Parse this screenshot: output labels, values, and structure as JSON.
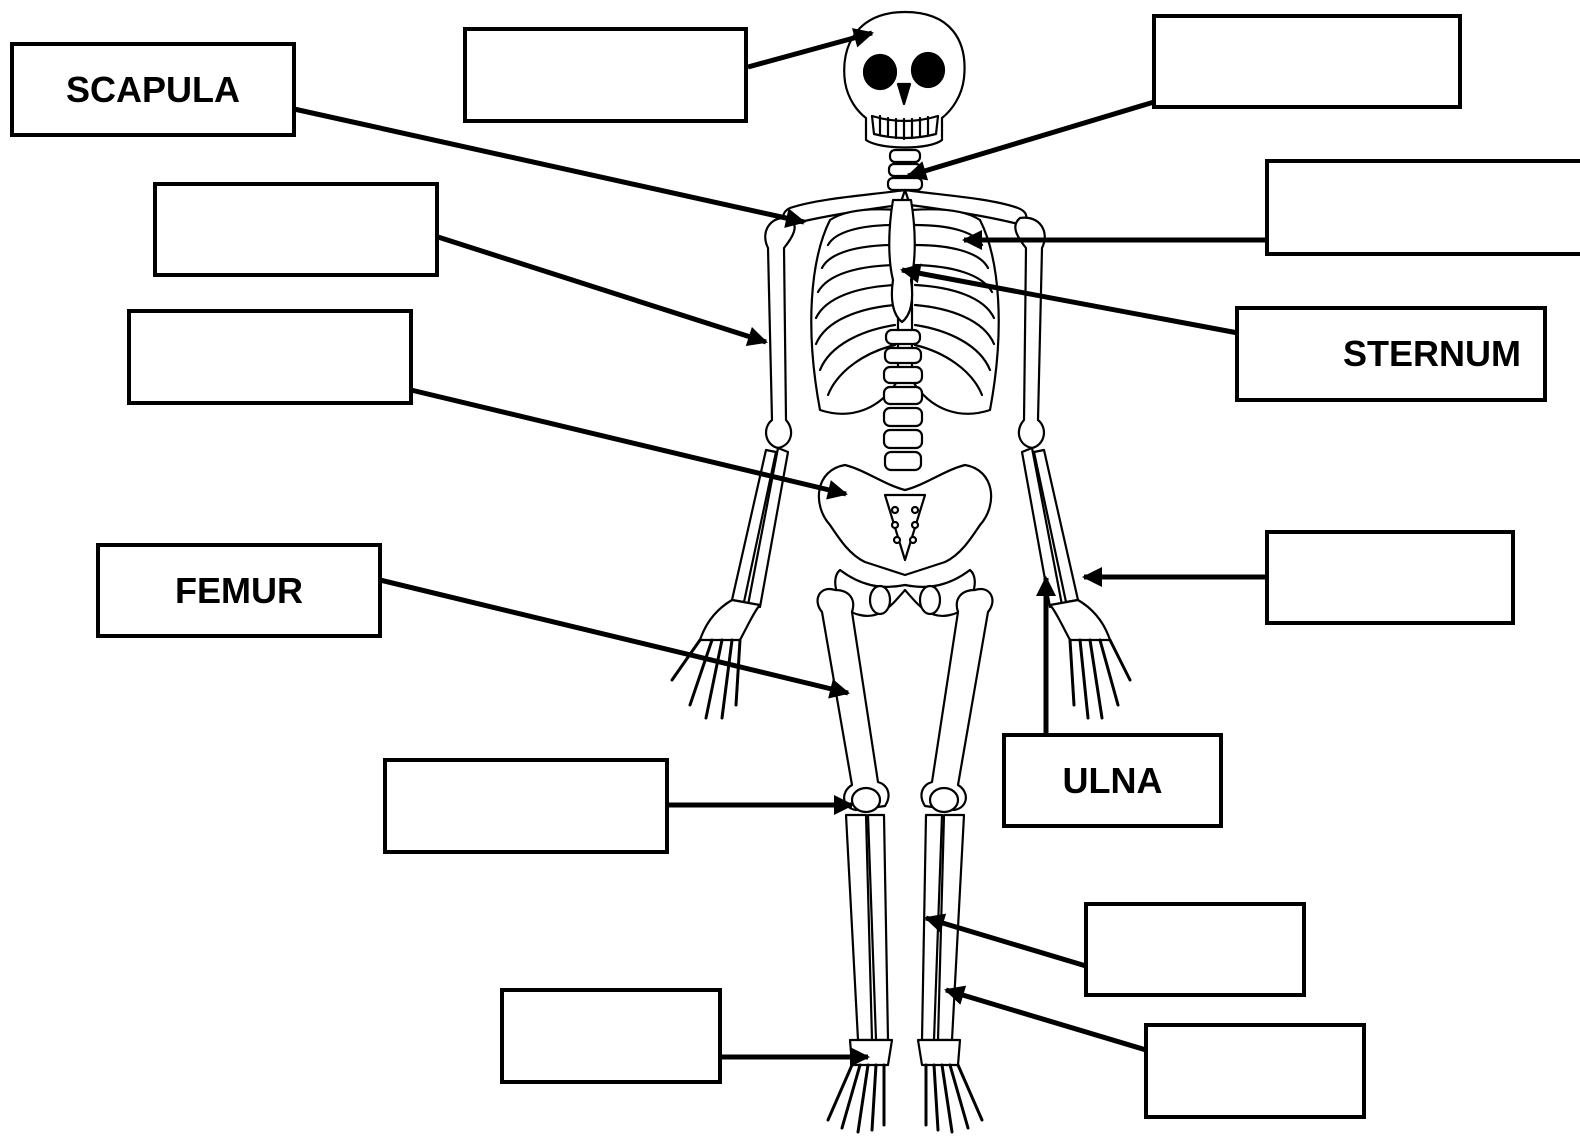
{
  "labels": {
    "skull": "",
    "cervical_vertebrae": "",
    "scapula": "SCAPULA",
    "ribs": "",
    "humerus": "",
    "sternum": "STERNUM",
    "pelvis": "",
    "radius": "",
    "femur": "FEMUR",
    "ulna": "ULNA",
    "patella": "",
    "fibula": "",
    "tibia": "",
    "tarsals": ""
  },
  "colors": {
    "line": "#000000",
    "box_fill": "#ffffff",
    "bone_fill": "#ffffff"
  }
}
